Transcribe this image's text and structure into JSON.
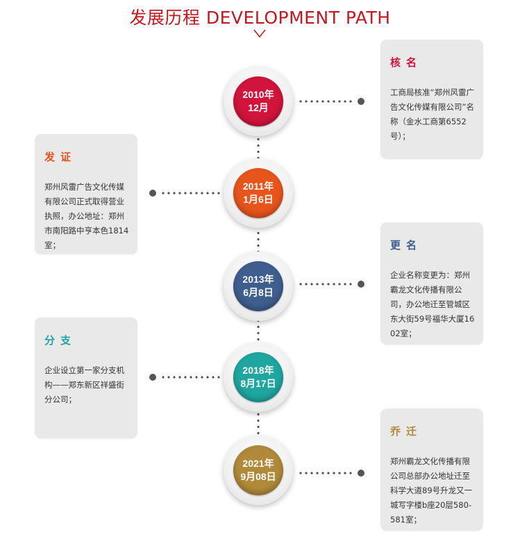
{
  "header": {
    "title": "发展历程 DEVELOPMENT PATH"
  },
  "milestones": [
    {
      "date_line1": "2010年",
      "date_line2": "12月",
      "color": "#d1143c"
    },
    {
      "date_line1": "2011年",
      "date_line2": "1月6日",
      "color": "#e8551c"
    },
    {
      "date_line1": "2013年",
      "date_line2": "6月8日",
      "color": "#3f5e8e"
    },
    {
      "date_line1": "2018年",
      "date_line2": "8月17日",
      "color": "#1fa6a0"
    },
    {
      "date_line1": "2021年",
      "date_line2": "9月08日",
      "color": "#b08a3a"
    }
  ],
  "cards": [
    {
      "title": "核名",
      "color": "#d1143c",
      "text": "工商局核准“郑州风雷广告文化传媒有限公司”名称（金水工商第6552号）；"
    },
    {
      "title": "发证",
      "color": "#e8551c",
      "text": "郑州风雷广告文化传媒有限公司正式取得营业执照，办公地址：郑州市南阳路中亨本色1814室；"
    },
    {
      "title": "更名",
      "color": "#3f5e8e",
      "text": "企业名称变更为：郑州霸龙文化传播有限公司，办公地迁至管城区东大街59号福华大厦1602室；"
    },
    {
      "title": "分支",
      "color": "#1fa6a0",
      "text": "企业设立第一家分支机构——郑东新区祥盛街分公司；"
    },
    {
      "title": "乔迁",
      "color": "#b08a3a",
      "text": "郑州霸龙文化传播有限公司总部办公地址迁至科学大道89号升龙又一城写字楼b座20层580-581室；"
    }
  ]
}
